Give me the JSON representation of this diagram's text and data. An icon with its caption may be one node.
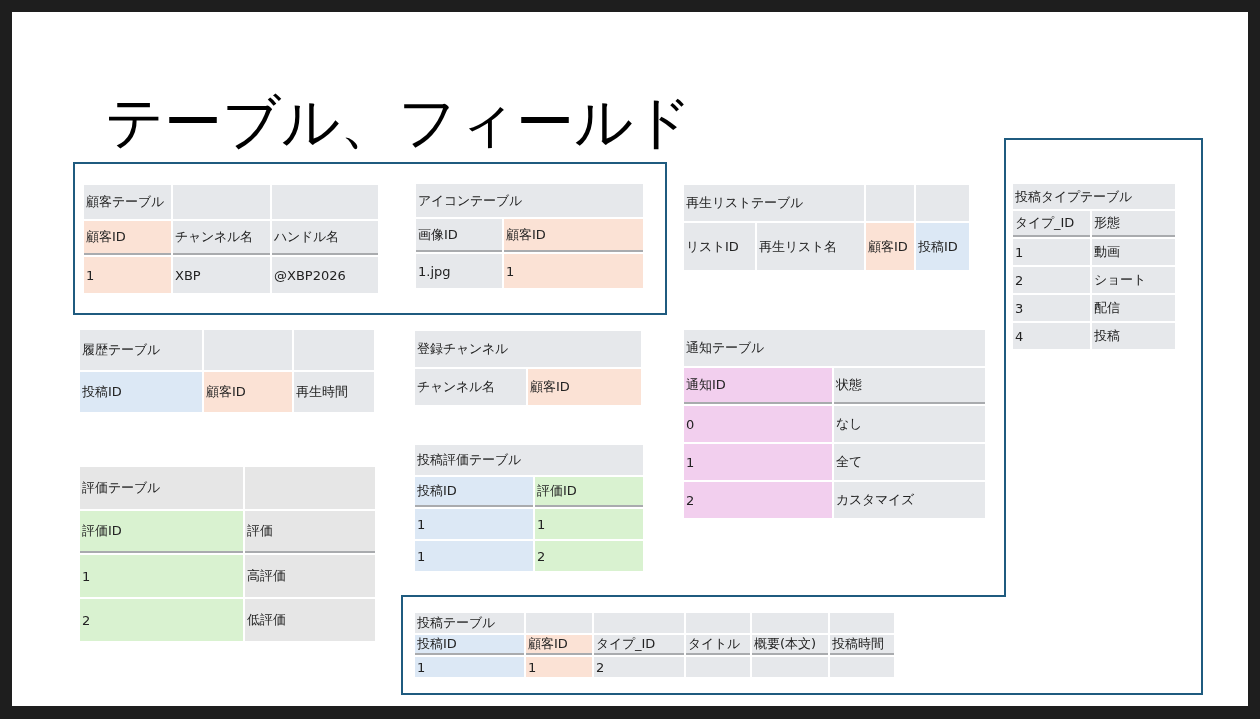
{
  "diagram": {
    "title": "テーブル、フィールド",
    "labels": [
      "顧客テーブル",
      "顧客ID",
      "チャンネル名",
      "ハンドル名",
      "1",
      "XBP",
      "@XBP2026",
      "アイコンテーブル",
      "画像ID",
      "顧客ID",
      "1.jpg",
      "1",
      "再生リストテーブル",
      "リストID",
      "再生リスト名",
      "顧客ID",
      "投稿ID",
      "投稿タイプテーブル",
      "タイプ_ID",
      "形態",
      "1",
      "動画",
      "2",
      "ショート",
      "3",
      "配信",
      "4",
      "投稿",
      "履歴テーブル",
      "投稿ID",
      "顧客ID",
      "再生時間",
      "登録チャンネル",
      "チャンネル名",
      "顧客ID",
      "通知テーブル",
      "通知ID",
      "状態",
      "0",
      "なし",
      "1",
      "全て",
      "2",
      "カスタマイズ",
      "評価テーブル",
      "評価ID",
      "評価",
      "1",
      "高評価",
      "2",
      "低評価",
      "投稿評価テーブル",
      "投稿ID",
      "評価ID",
      "1",
      "1",
      "1",
      "2",
      "投稿テーブル",
      "投稿ID",
      "顧客ID",
      "タイプ_ID",
      "タイトル",
      "概要(本文)",
      "投稿時間",
      "1",
      "1",
      "2"
    ]
  }
}
